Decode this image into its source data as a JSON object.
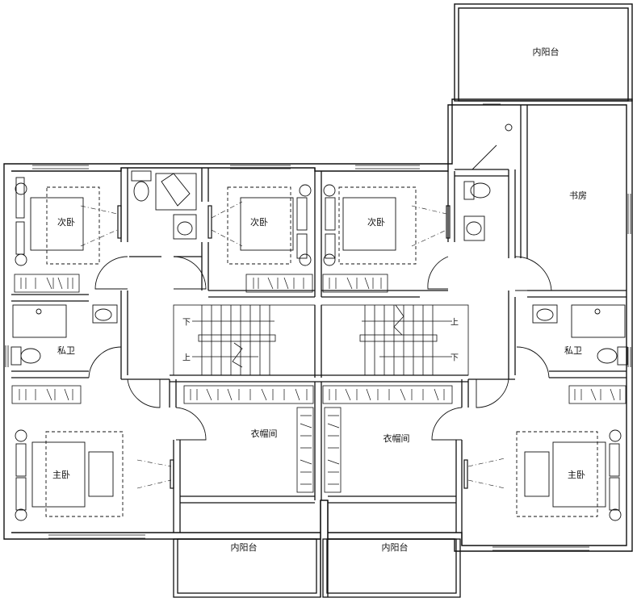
{
  "rooms": {
    "balcony_top": "内阳台",
    "study": "书房",
    "bedroom2_a": "次卧",
    "bedroom2_b": "次卧",
    "bedroom2_c": "次卧",
    "bath_left": "私卫",
    "bath_right": "私卫",
    "master_left": "主卧",
    "master_right": "主卧",
    "closet_left": "衣帽间",
    "closet_right": "衣帽间",
    "balcony_bottom_left": "内阳台",
    "balcony_bottom_right": "内阳台"
  },
  "stairs": {
    "down": "下",
    "up": "上"
  },
  "colors": {
    "line": "#111111",
    "background": "#ffffff"
  }
}
